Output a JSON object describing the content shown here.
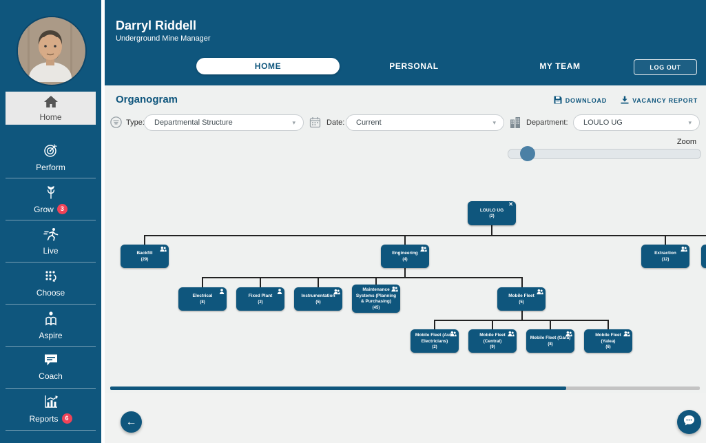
{
  "user": {
    "name": "Darryl Riddell",
    "title": "Underground Mine Manager"
  },
  "nav": {
    "tabs": [
      {
        "label": "HOME",
        "active": true
      },
      {
        "label": "PERSONAL",
        "active": false
      },
      {
        "label": "MY TEAM",
        "active": false
      }
    ],
    "logout_label": "LOG OUT"
  },
  "sidebar": {
    "items": [
      {
        "label": "Home",
        "icon": "home-icon",
        "active": true
      },
      {
        "label": "Perform",
        "icon": "target-icon",
        "active": false
      },
      {
        "label": "Grow",
        "icon": "wheat-icon",
        "active": false,
        "badge": "3"
      },
      {
        "label": "Live",
        "icon": "runner-icon",
        "active": false
      },
      {
        "label": "Choose",
        "icon": "dots-grid-icon",
        "active": false
      },
      {
        "label": "Aspire",
        "icon": "person-book-icon",
        "active": false
      },
      {
        "label": "Coach",
        "icon": "speech-bubble-icon",
        "active": false
      },
      {
        "label": "Reports",
        "icon": "bar-chart-icon",
        "active": false,
        "badge": "6"
      }
    ]
  },
  "page": {
    "title": "Organogram",
    "actions": [
      {
        "label": "DOWNLOAD",
        "icon": "save-icon"
      },
      {
        "label": "VACANCY REPORT",
        "icon": "download-icon"
      }
    ]
  },
  "filters": {
    "type": {
      "label": "Type:",
      "value": "Departmental Structure",
      "icon": "filter-icon"
    },
    "date": {
      "label": "Date:",
      "value": "Current",
      "icon": "calendar-icon"
    },
    "department": {
      "label": "Department:",
      "value": "LOULO UG",
      "icon": "building-icon"
    }
  },
  "zoom": {
    "label": "Zoom",
    "position_percent": 10
  },
  "orgchart": {
    "root": {
      "label": "LOULO UG",
      "count": "(2)",
      "icon": "close-icon"
    },
    "departments": [
      {
        "label": "Backfill",
        "count": "(29)",
        "icon": "people-icon"
      },
      {
        "label": "Engineering",
        "count": "(4)",
        "icon": "people-icon"
      },
      {
        "label": "Extraction",
        "count": "(12)",
        "icon": "people-icon"
      }
    ],
    "engineering_children": [
      {
        "label": "Electrical",
        "count": "(8)",
        "icon": "person-icon"
      },
      {
        "label": "Fixed Plant",
        "count": "(2)",
        "icon": "person-icon"
      },
      {
        "label": "Instrumentation",
        "count": "(5)",
        "icon": "people-icon"
      },
      {
        "label": "Maintenance Systems (Planning & Purchasing)",
        "count": "(45)",
        "icon": "people-icon"
      },
      {
        "label": "Mobile Fleet",
        "count": "(5)",
        "icon": "people-icon"
      }
    ],
    "mobile_fleet_children": [
      {
        "label": "Mobile Fleet (Auto Electricians)",
        "count": "(2)",
        "icon": "people-icon"
      },
      {
        "label": "Mobile Fleet (Central)",
        "count": "(9)",
        "icon": "people-icon"
      },
      {
        "label": "Mobile Fleet (Gara)",
        "count": "(8)",
        "icon": "people-icon"
      },
      {
        "label": "Mobile Fleet (Yalea)",
        "count": "(6)",
        "icon": "people-icon"
      }
    ]
  },
  "colors": {
    "primary": "#0f567d",
    "badge_red": "#ef4358",
    "content_bg": "#eff1f0",
    "slider_handle": "#4b80a5"
  }
}
